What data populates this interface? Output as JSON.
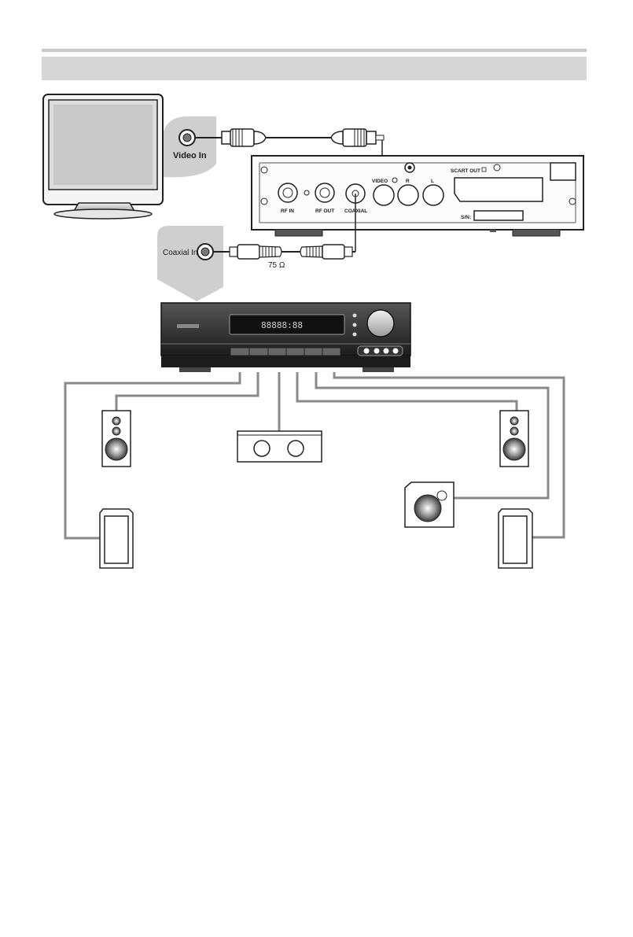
{
  "header": {
    "section_title": ""
  },
  "tv": {
    "video_in_label": "Video In"
  },
  "receiver_panel": {
    "rf_in": "RF IN",
    "rf_out": "RF OUT",
    "coaxial": "COAXIAL",
    "video": "VIDEO",
    "audio_r": "R",
    "audio_l": "L",
    "scart_out": "SCART OUT",
    "serial": "S/N:"
  },
  "amplifier": {
    "coaxial_in_label": "Coaxial In",
    "impedance_label": "75 Ω",
    "display_text": "88888:88"
  },
  "colors": {
    "cable": "#8a8a8a",
    "callout": "#cfcfcf",
    "band": "#d6d6d6",
    "device": "#2b2b2b"
  },
  "icons": [
    "tv-icon",
    "rca-cable-icon",
    "coaxial-cable-icon",
    "av-amplifier-icon",
    "speaker-icon",
    "center-speaker-icon",
    "subwoofer-icon"
  ]
}
